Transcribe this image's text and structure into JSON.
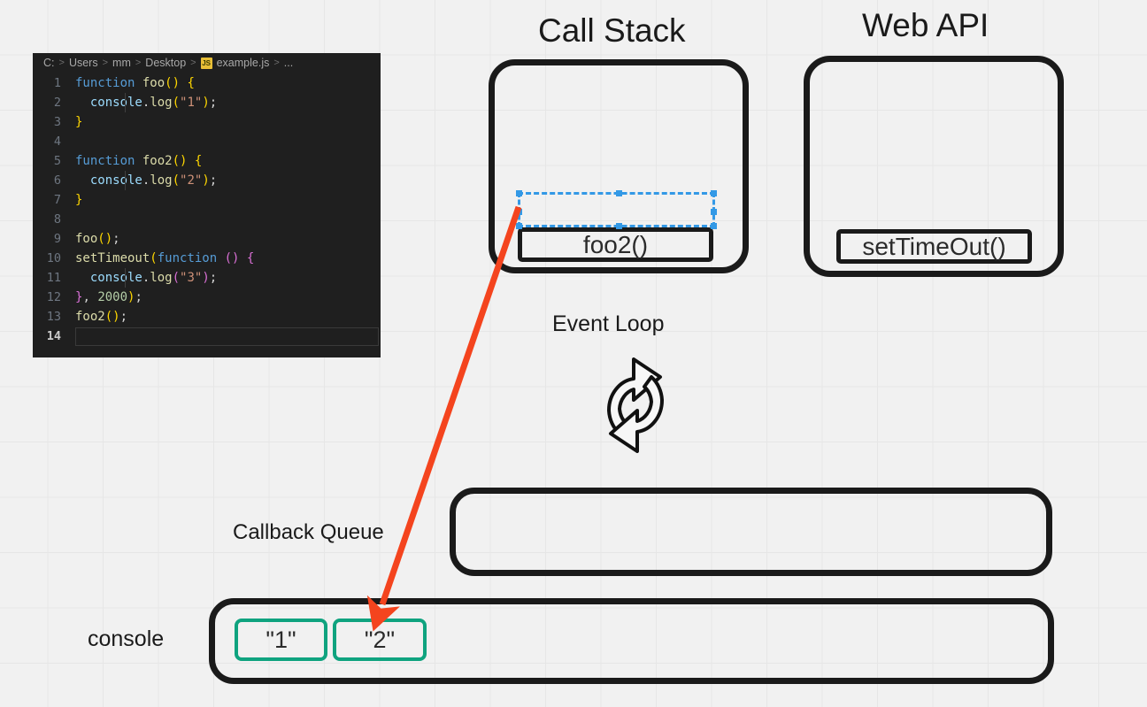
{
  "canvas": {
    "background_color": "#f1f1f1",
    "grid_color": "#e6e6e6",
    "stroke_color": "#1a1a1a",
    "accent_green": "#0fa37f",
    "accent_red": "#f4441e",
    "accent_blue": "#3399e6"
  },
  "editor": {
    "breadcrumb": {
      "drive": "C:",
      "folder1": "Users",
      "folder2": "mm",
      "folder3": "Desktop",
      "file_badge": "JS",
      "filename": "example.js",
      "ellipsis": "...",
      "separator": ">"
    },
    "lines": [
      {
        "no": "1",
        "text": "function foo() {"
      },
      {
        "no": "2",
        "text": "  console.log(\"1\");"
      },
      {
        "no": "3",
        "text": "}"
      },
      {
        "no": "4",
        "text": ""
      },
      {
        "no": "5",
        "text": "function foo2() {"
      },
      {
        "no": "6",
        "text": "  console.log(\"2\");"
      },
      {
        "no": "7",
        "text": "}"
      },
      {
        "no": "8",
        "text": ""
      },
      {
        "no": "9",
        "text": "foo();"
      },
      {
        "no": "10",
        "text": "setTimeout(function () {"
      },
      {
        "no": "11",
        "text": "  console.log(\"3\");"
      },
      {
        "no": "12",
        "text": "}, 2000);"
      },
      {
        "no": "13",
        "text": "foo2();"
      },
      {
        "no": "14",
        "text": ""
      }
    ],
    "tokens": {
      "kw_function": "function",
      "fn_foo": "foo",
      "fn_foo2": "foo2",
      "fn_setTimeout": "setTimeout",
      "obj_console": "console",
      "meth_log": "log",
      "str_1": "\"1\"",
      "str_2": "\"2\"",
      "str_3": "\"3\"",
      "num_2000": "2000",
      "paren_open": "(",
      "paren_close": ")",
      "brace_open": "{",
      "brace_close": "}",
      "semicolon": ";",
      "comma": ",",
      "dot": ".",
      "space": " "
    }
  },
  "diagram": {
    "call_stack": {
      "title": "Call Stack",
      "frames": [
        {
          "label": "foo2()"
        }
      ],
      "selection": {
        "selected_label": "foo2()"
      }
    },
    "web_api": {
      "title": "Web API",
      "frames": [
        {
          "label": "setTimeOut()"
        }
      ]
    },
    "event_loop": {
      "title": "Event Loop",
      "icon": "circular-loop-arrows-icon"
    },
    "callback_queue": {
      "title": "Callback Queue",
      "items": []
    },
    "console": {
      "title": "console",
      "items": [
        {
          "label": "\"1\""
        },
        {
          "label": "\"2\""
        }
      ]
    },
    "arrow": {
      "name": "red-flow-arrow",
      "from": "call-stack-foo2",
      "to": "console-entry-2"
    }
  }
}
